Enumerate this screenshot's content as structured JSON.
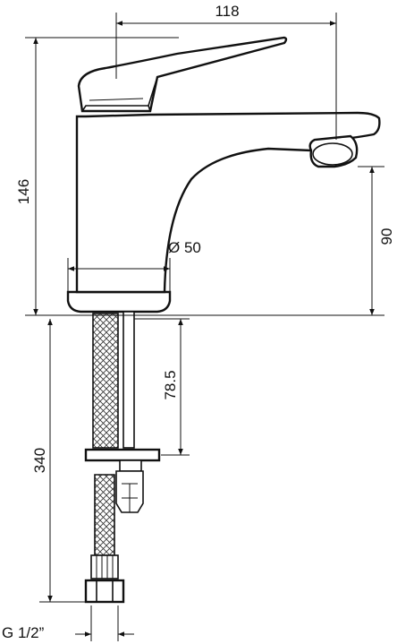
{
  "drawing": {
    "dimensions": {
      "width_top": "118",
      "height_total": "146",
      "spout_height": "90",
      "body_diameter": "Ø 50",
      "tail_length": "78.5",
      "hose_length": "340",
      "thread": "G 1/2”"
    }
  }
}
